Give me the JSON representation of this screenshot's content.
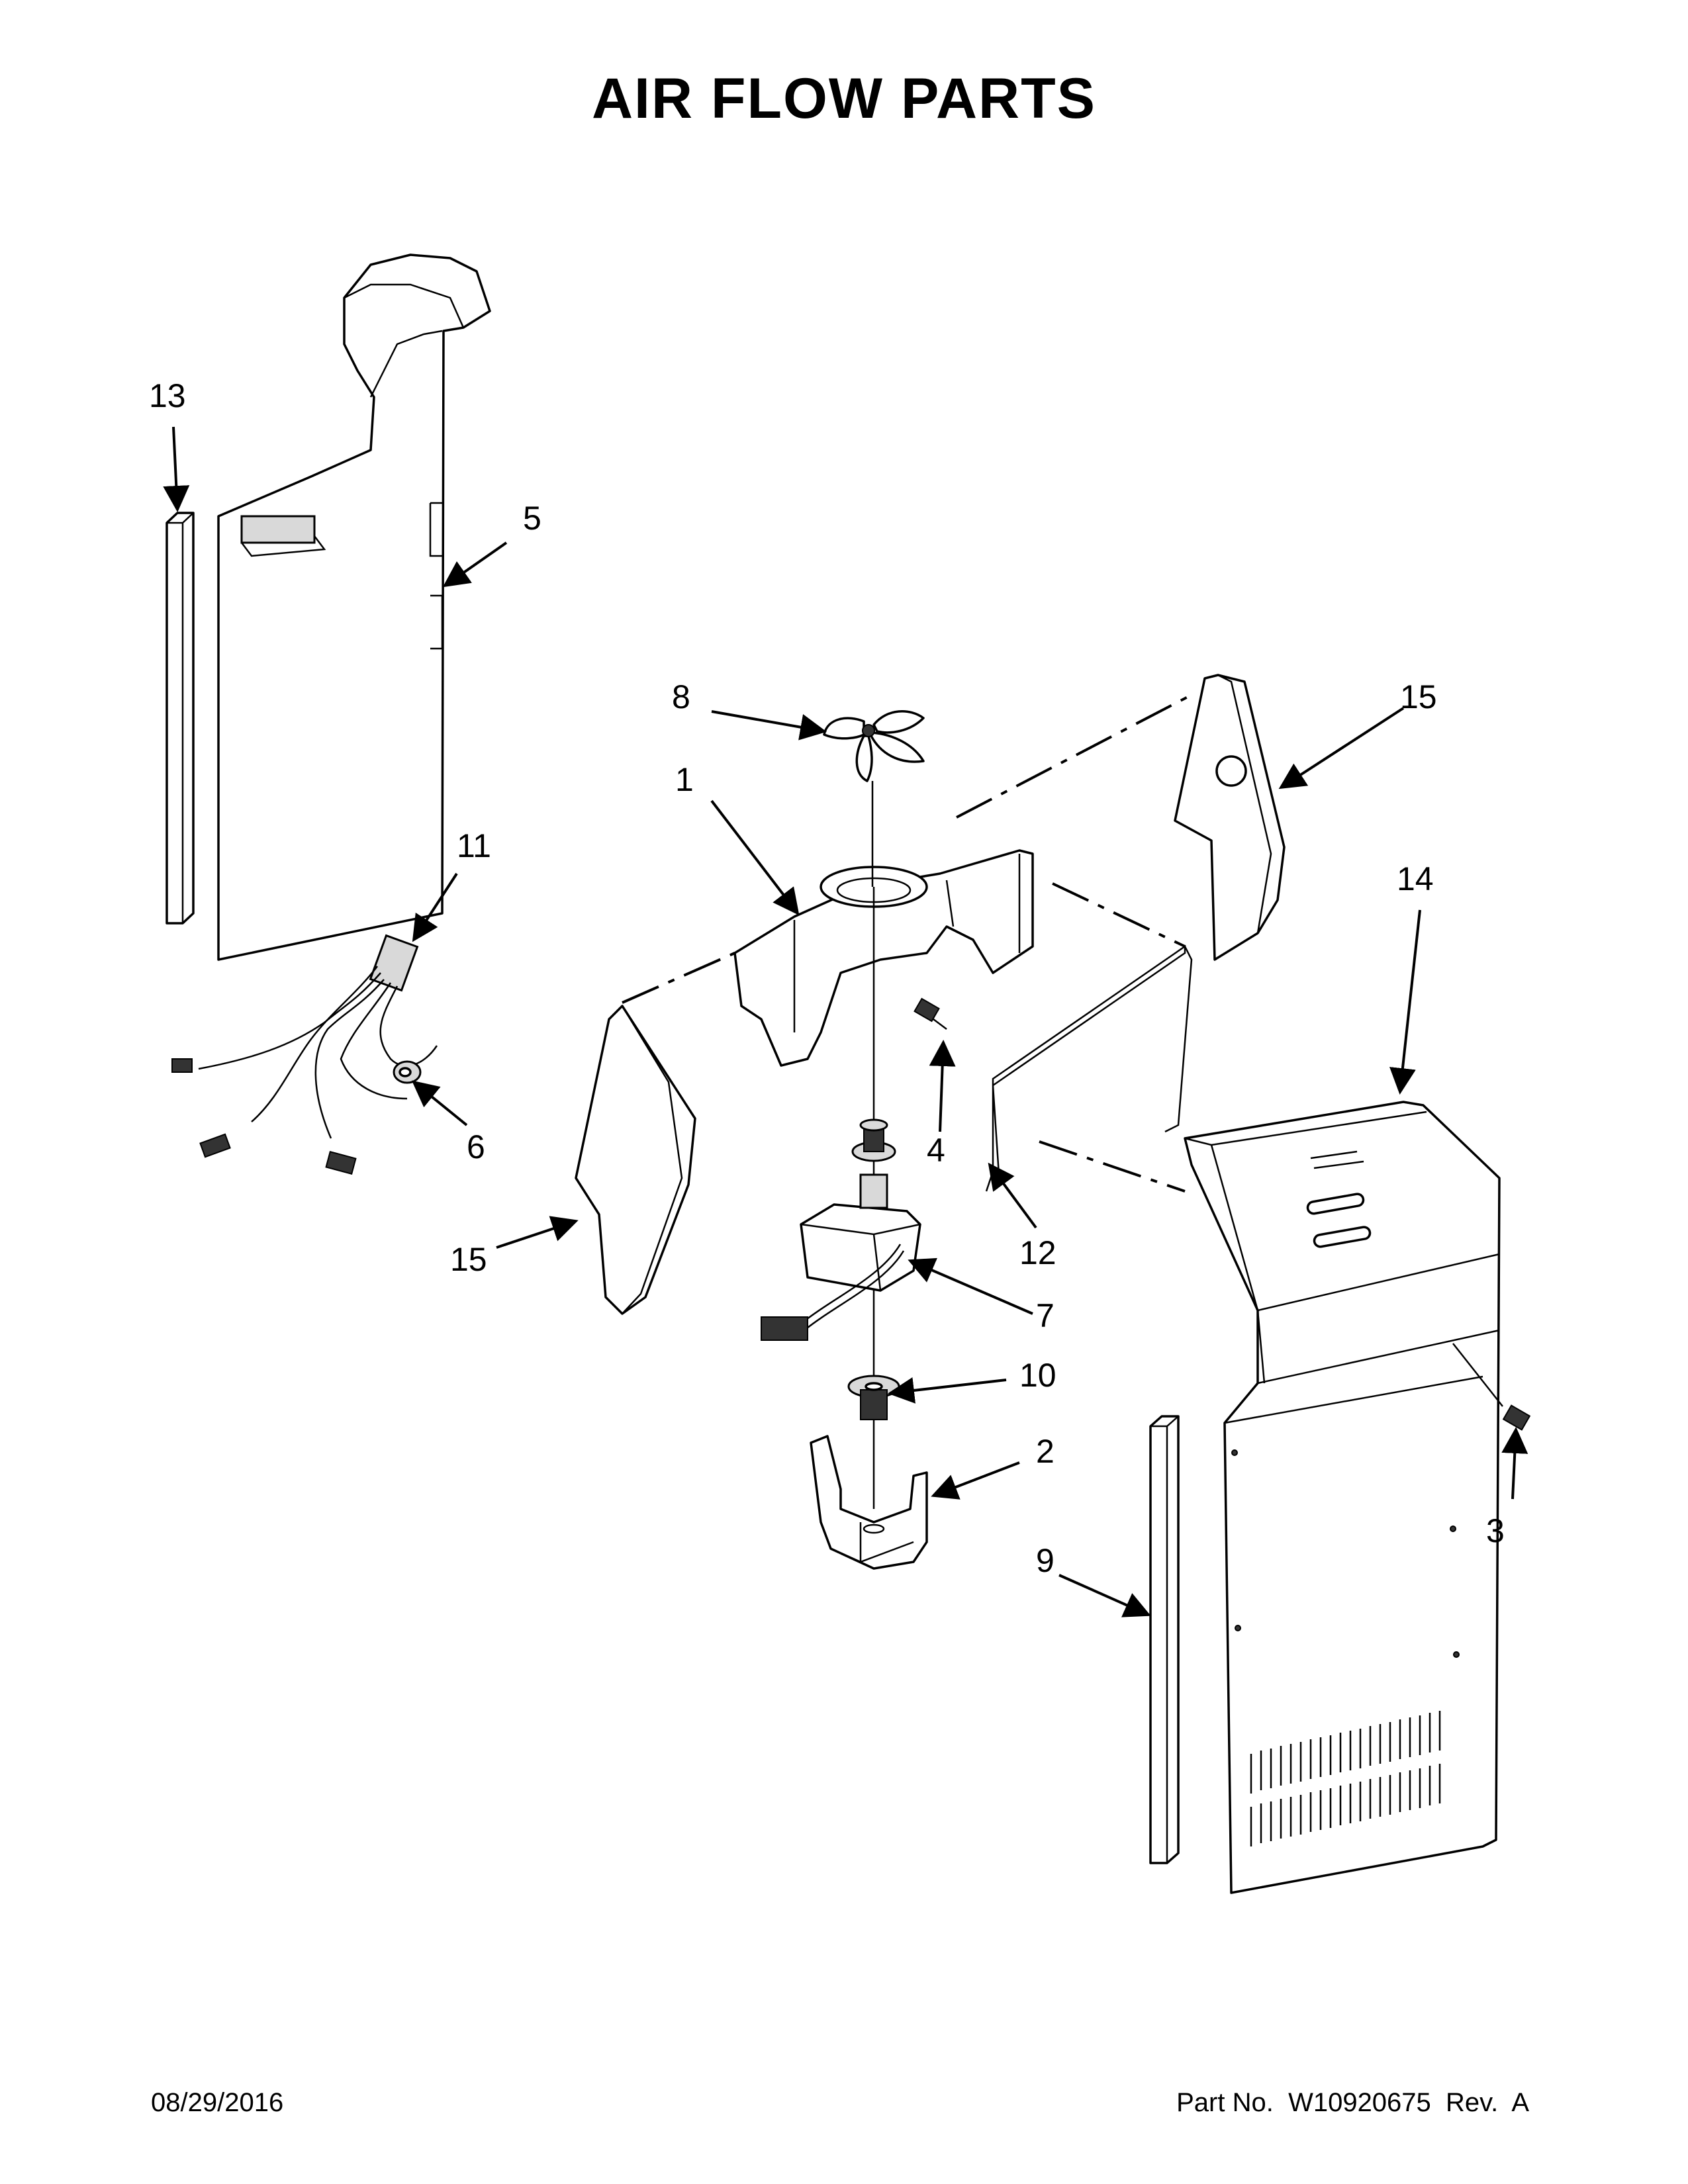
{
  "title": "AIR FLOW PARTS",
  "footer": {
    "date": "08/29/2016",
    "part_no": "Part No.  W10920675  Rev.  A"
  },
  "callouts": {
    "c1": "1",
    "c2": "2",
    "c3": "3",
    "c4": "4",
    "c5": "5",
    "c6": "6",
    "c7": "7",
    "c8": "8",
    "c9": "9",
    "c10": "10",
    "c11": "11",
    "c12": "12",
    "c13": "13",
    "c14": "14",
    "c15a": "15",
    "c15b": "15"
  }
}
